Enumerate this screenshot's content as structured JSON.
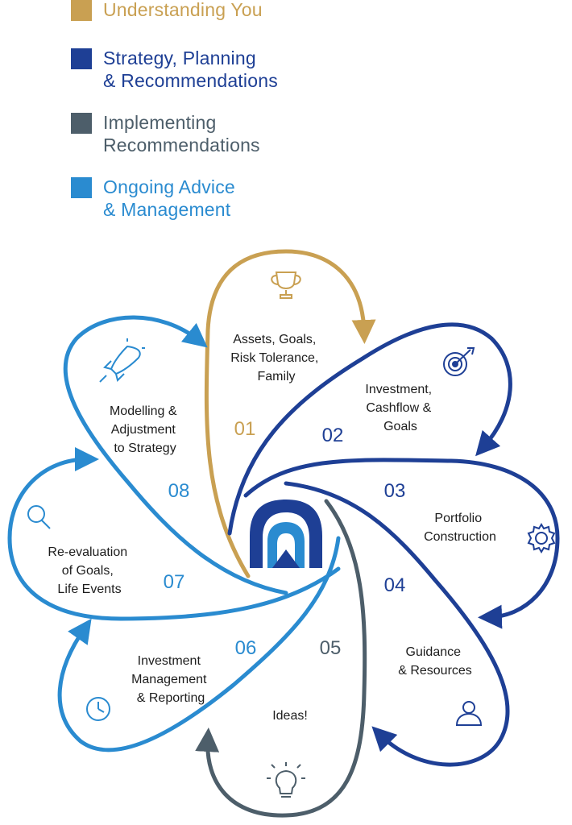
{
  "legend": [
    {
      "label": "Understanding You",
      "color": "#c9a052"
    },
    {
      "label": "Strategy, Planning\n& Recommendations",
      "color": "#1e3f95"
    },
    {
      "label": "Implementing\nRecommendations",
      "color": "#4d5e6a"
    },
    {
      "label": "Ongoing Advice\n& Management",
      "color": "#2a8bd0"
    }
  ],
  "steps": [
    {
      "number": "01",
      "lines": [
        "Assets, Goals,",
        "Risk Tolerance,",
        "Family"
      ],
      "icon": "trophy-icon",
      "color": "#c9a052"
    },
    {
      "number": "02",
      "lines": [
        "Investment,",
        "Cashflow &",
        "Goals"
      ],
      "icon": "target-icon",
      "color": "#1e3f95"
    },
    {
      "number": "03",
      "lines": [
        "Portfolio",
        "Construction"
      ],
      "icon": "gear-icon",
      "color": "#1e3f95"
    },
    {
      "number": "04",
      "lines": [
        "Guidance",
        "& Resources"
      ],
      "icon": "user-icon",
      "color": "#1e3f95"
    },
    {
      "number": "05",
      "lines": [
        "Ideas!"
      ],
      "icon": "lightbulb-icon",
      "color": "#4d5e6a"
    },
    {
      "number": "06",
      "lines": [
        "Investment",
        "Management",
        "& Reporting"
      ],
      "icon": "clock-icon",
      "color": "#2a8bd0"
    },
    {
      "number": "07",
      "lines": [
        "Re-evaluation",
        "of Goals,",
        "Life Events"
      ],
      "icon": "magnifier-icon",
      "color": "#2a8bd0"
    },
    {
      "number": "08",
      "lines": [
        "Modelling &",
        "Adjustment",
        "to Strategy"
      ],
      "icon": "rocket-icon",
      "color": "#2a8bd0"
    }
  ],
  "colors": {
    "gold": "#c9a052",
    "navy": "#1e3f95",
    "slate": "#4d5e6a",
    "sky": "#2a8bd0",
    "logo_dark": "#1e3f95",
    "logo_light": "#2a8bd0"
  }
}
